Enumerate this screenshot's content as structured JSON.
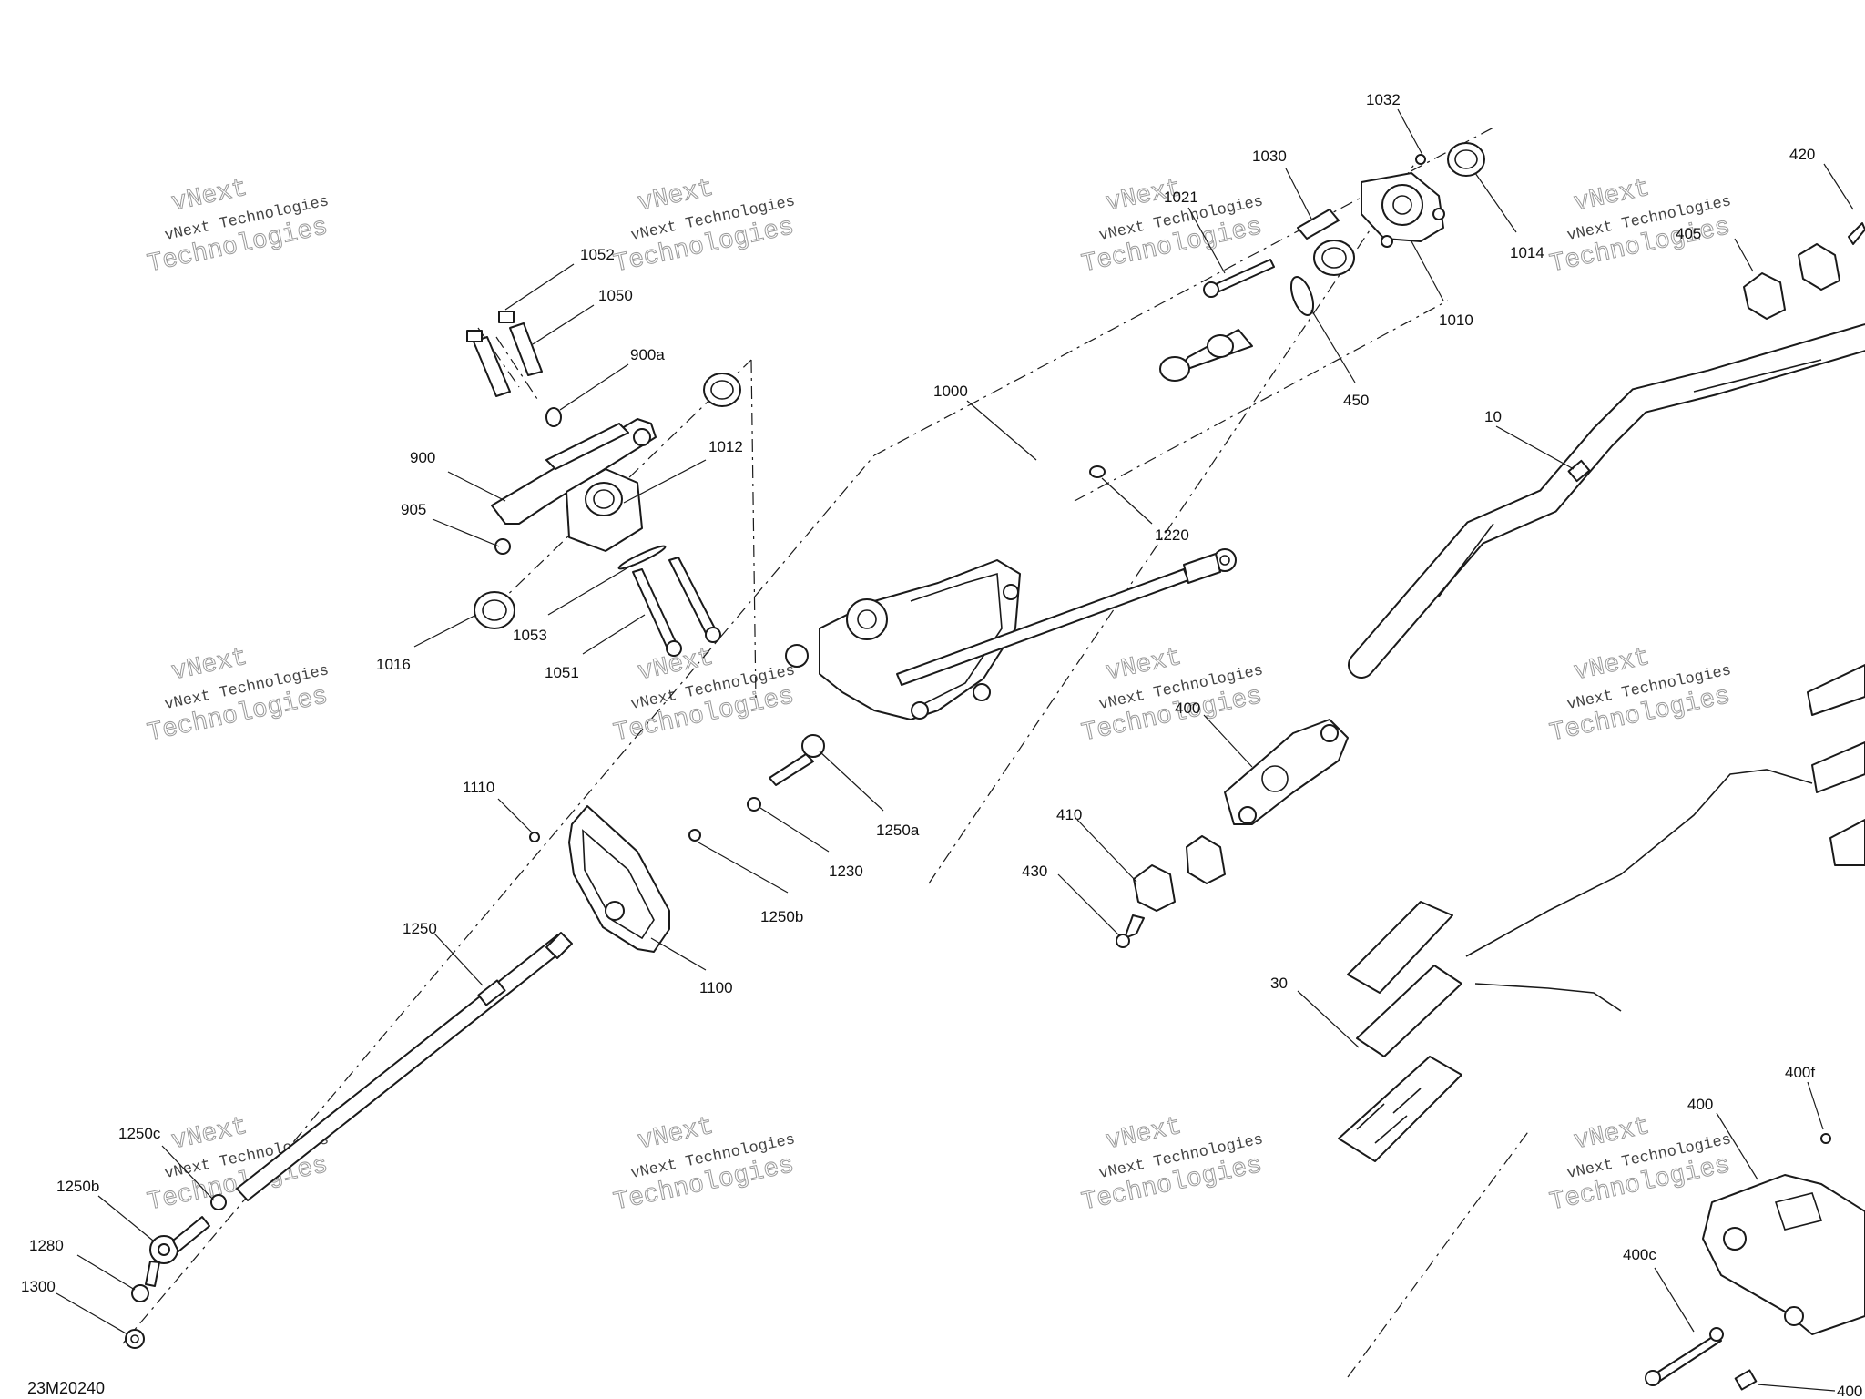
{
  "diagram": {
    "code": "23M20240",
    "watermark_line1": "vNext Technologies",
    "watermark_line2": "vNext",
    "watermark_line3": "Technologies",
    "callouts": {
      "c1032": "1032",
      "c1030": "1030",
      "c1021": "1021",
      "c1014": "1014",
      "c1010": "1010",
      "c420": "420",
      "c405": "405",
      "c450": "450",
      "c1000": "1000",
      "c10": "10",
      "c1052": "1052",
      "c1050": "1050",
      "c900a": "900a",
      "c900": "900",
      "c905": "905",
      "c1012": "1012",
      "c1016": "1016",
      "c1053": "1053",
      "c1051": "1051",
      "c1220": "1220",
      "c400": "400",
      "c410": "410",
      "c430": "430",
      "c1110": "1110",
      "c1250a": "1250a",
      "c1230": "1230",
      "c1250b": "1250b",
      "c1100": "1100",
      "c1250": "1250",
      "c30": "30",
      "c400f": "400f",
      "c400b": "400",
      "c400c": "400c",
      "c400d": "400",
      "c1250c": "1250c",
      "c1250b2": "1250b",
      "c1280": "1280",
      "c1300": "1300"
    },
    "icons": {
      "watermark": "watermark-text"
    }
  }
}
